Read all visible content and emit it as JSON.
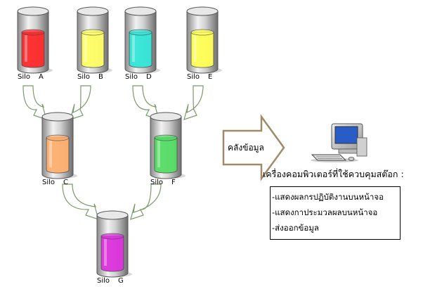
{
  "silos": [
    {
      "id": "A",
      "prefix": "Silo",
      "letter": "A",
      "color": "#ff2a2a"
    },
    {
      "id": "B",
      "prefix": "Silo",
      "letter": "B",
      "color": "#ffff66"
    },
    {
      "id": "D",
      "prefix": "Silo",
      "letter": "D",
      "color": "#33e6d8"
    },
    {
      "id": "E",
      "prefix": "Silo",
      "letter": "E",
      "color": "#ffff55"
    },
    {
      "id": "C",
      "prefix": "Silo",
      "letter": "C",
      "color": "#ffb070"
    },
    {
      "id": "F",
      "prefix": "Silo",
      "letter": "F",
      "color": "#55dd66"
    },
    {
      "id": "G",
      "prefix": "Silo",
      "letter": "G",
      "color": "#dd33dd"
    }
  ],
  "flows": [
    {
      "from": "A",
      "to": "C"
    },
    {
      "from": "B",
      "to": "C"
    },
    {
      "from": "D",
      "to": "F"
    },
    {
      "from": "E",
      "to": "F"
    },
    {
      "from": "C",
      "to": "G"
    },
    {
      "from": "F",
      "to": "G"
    }
  ],
  "big_arrow": {
    "label": "คลังข้อมูล"
  },
  "computer": {
    "label": "เครื่องคอมพิวเตอร์ที่ใช้ควบคุมสต๊อก :",
    "features": [
      "-แสดงผลกรปฏิบัติงานบนหน้าจอ",
      "-แสดงกาประมวลผลบนหน้าจอ",
      "-ส่งออกข้อมูล"
    ]
  },
  "colors": {
    "arrow_outline": "#7a9a6a",
    "arrow_fill": "#ffffff",
    "big_arrow_outline": "#a08a6a"
  }
}
